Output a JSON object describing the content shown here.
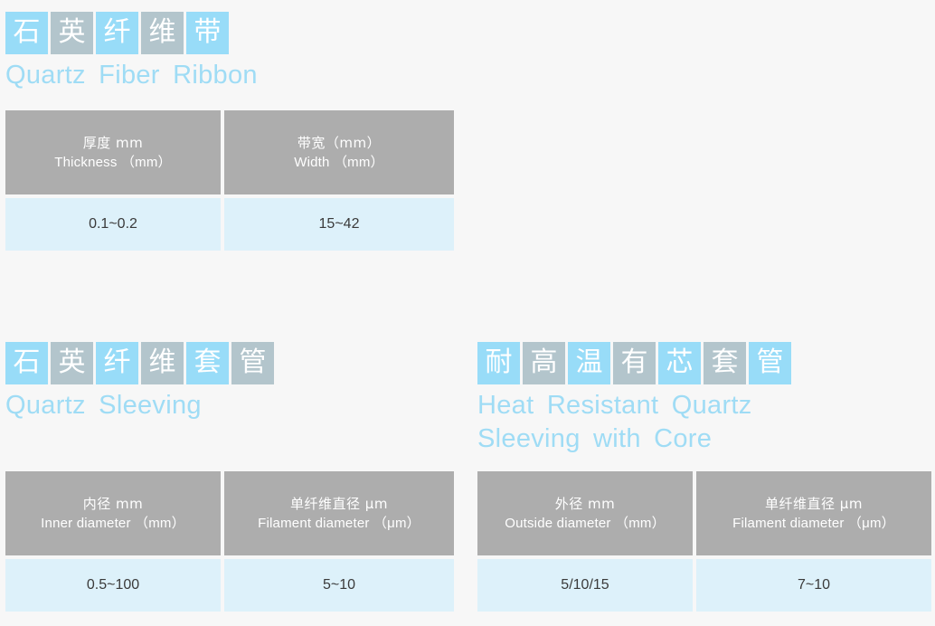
{
  "page": {
    "background_color": "#f7f7f7",
    "tile_blue": "#98dcf8",
    "tile_gray": "#b3c5cc",
    "subtitle_color": "#9fdcf5",
    "header_bg": "#adadad",
    "value_bg": "#ddf1fa",
    "value_text_color": "#3a3a3a"
  },
  "sections": [
    {
      "id": "ribbon",
      "title_cn_chars": [
        "石",
        "英",
        "纤",
        "维",
        "带"
      ],
      "title_en": "Quartz Fiber Ribbon",
      "table": {
        "columns": [
          {
            "header_cn": "厚度 mm",
            "header_en": "Thickness （mm）",
            "value": "0.1~0.2"
          },
          {
            "header_cn": "带宽（mm）",
            "header_en": "Width （mm）",
            "value": "15~42"
          }
        ]
      }
    },
    {
      "id": "sleeving",
      "title_cn_chars": [
        "石",
        "英",
        "纤",
        "维",
        "套",
        "管"
      ],
      "title_en": "Quartz Sleeving",
      "table": {
        "columns": [
          {
            "header_cn": "内径 mm",
            "header_en": "Inner diameter （mm）",
            "value": "0.5~100"
          },
          {
            "header_cn": "单纤维直径 μm",
            "header_en": "Filament diameter （μm）",
            "value": "5~10"
          }
        ]
      }
    },
    {
      "id": "core",
      "title_cn_chars": [
        "耐",
        "高",
        "温",
        "有",
        "芯",
        "套",
        "管"
      ],
      "title_en": "Heat Resistant Quartz\nSleeving with Core",
      "table": {
        "columns": [
          {
            "header_cn": "外径 mm",
            "header_en": "Outside diameter （mm）",
            "value": "5/10/15"
          },
          {
            "header_cn": "单纤维直径 μm",
            "header_en": "Filament diameter （μm）",
            "value": "7~10"
          }
        ]
      }
    }
  ]
}
